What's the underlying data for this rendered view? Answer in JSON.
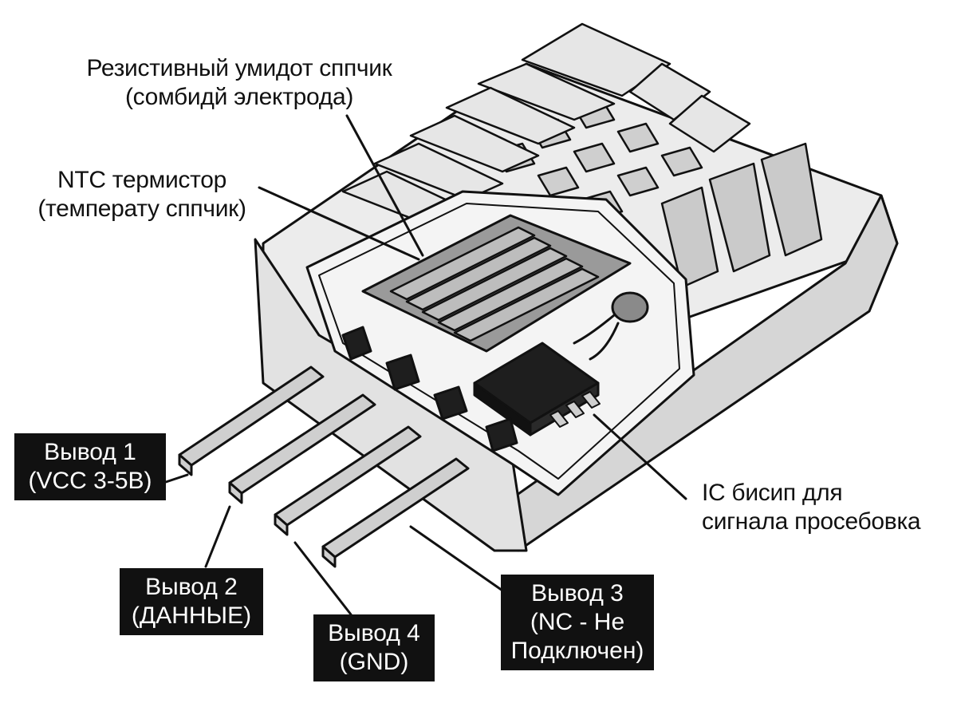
{
  "labels": {
    "humidity_sensor": {
      "line1": "Резистивный умидот сппчик",
      "line2": "(сомбидй электрода)"
    },
    "ntc": {
      "line1": "NTC термистор",
      "line2": "(температу сппчик)"
    },
    "ic": {
      "line1": "IC бисип для",
      "line2": "сигнала просебовка"
    }
  },
  "pins": [
    {
      "line1": "Вывод 1",
      "line2": "(VCC 3-5B)"
    },
    {
      "line1": "Вывод 2",
      "line2": "(ДАННЫЕ)"
    },
    {
      "line1": "Вывод 4",
      "line2": "(GND)"
    },
    {
      "line1": "Вывод 3",
      "line2": "(NC - Не",
      "line3": "Подключен)"
    }
  ],
  "colors": {
    "ink": "#111111",
    "housing": "#ececec",
    "housing_shade": "#d4d4d4",
    "board": "#9a9a9a",
    "chip": "#1e1e1e",
    "label_box": "#111111"
  }
}
